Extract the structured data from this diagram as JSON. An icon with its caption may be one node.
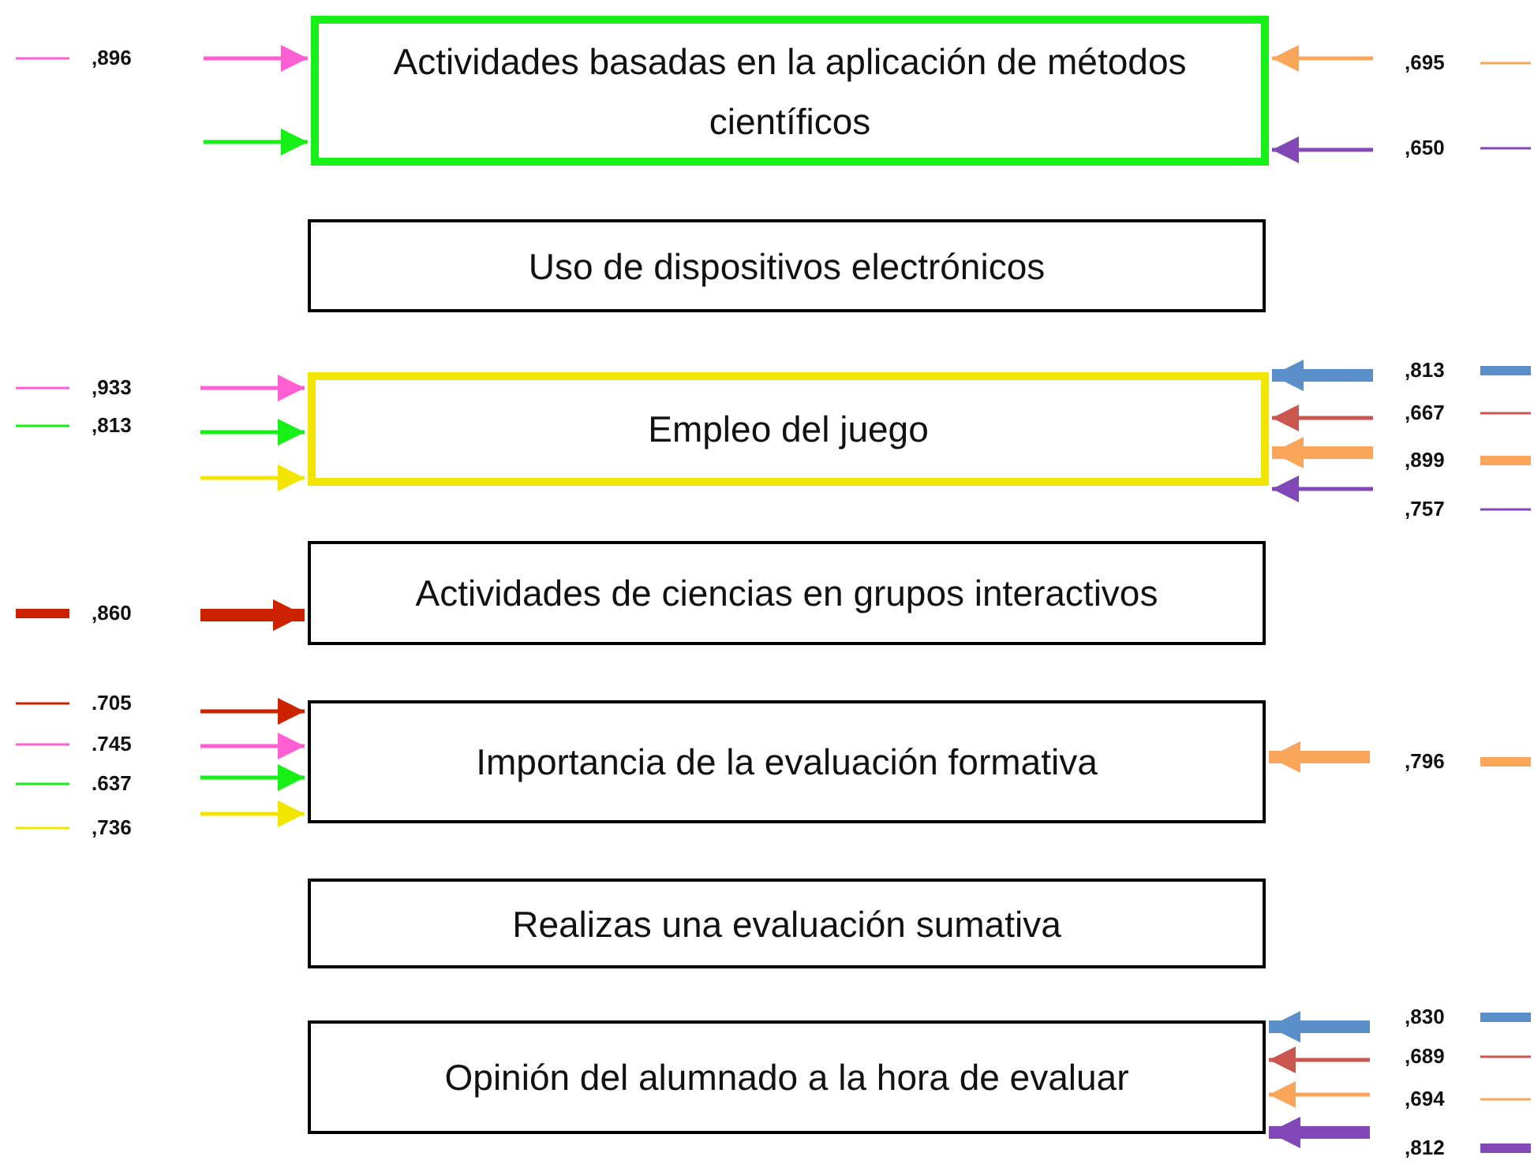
{
  "diagram": {
    "nodes": [
      {
        "text": [
          "Actividades basadas en la aplicación de métodos científicos"
        ]
      },
      {
        "text": [
          "Uso de dispositivos electrónicos"
        ]
      },
      {
        "text": [
          "Empleo del juego"
        ]
      },
      {
        "text": [
          "Actividades de ciencias en grupos interactivos"
        ]
      },
      {
        "text": [
          "Importancia de la evaluación formativa"
        ]
      },
      {
        "text": [
          "Realizas una evaluación sumativa"
        ]
      },
      {
        "text": [
          "Opinión del alumnado a la hora de evaluar"
        ]
      }
    ],
    "edges": [
      {
        "from": null,
        "to": 0,
        "arrow": "to",
        "label": ",896",
        "color": "#ff5fd2"
      },
      {
        "from": null,
        "to": 0,
        "arrow": "to",
        "color": "#16f016"
      },
      {
        "from": null,
        "to": 0,
        "arrow": "to",
        "label": ",695",
        "color": "#f9a65a"
      },
      {
        "from": null,
        "to": 0,
        "arrow": "to",
        "label": ",650",
        "color": "#8348b8"
      },
      {
        "from": null,
        "to": 2,
        "arrow": "to",
        "label": ",933",
        "color": "#ff5fd2"
      },
      {
        "from": null,
        "to": 2,
        "arrow": "to",
        "label": ",813",
        "color": "#16f016"
      },
      {
        "from": null,
        "to": 2,
        "arrow": "to",
        "color": "#f2e600"
      },
      {
        "from": null,
        "to": 2,
        "arrow": "to",
        "label": ",813",
        "style": "thick",
        "color": "#5b8fc9"
      },
      {
        "from": null,
        "to": 2,
        "arrow": "to",
        "label": ",667",
        "color": "#c9574f"
      },
      {
        "from": null,
        "to": 2,
        "arrow": "to",
        "label": ",899",
        "style": "thick",
        "color": "#f9a65a"
      },
      {
        "from": null,
        "to": 2,
        "arrow": "to",
        "label": ",757",
        "color": "#8348b8"
      },
      {
        "from": null,
        "to": 3,
        "arrow": "to",
        "label": ",860",
        "style": "thick",
        "color": "#cc2200"
      },
      {
        "from": null,
        "to": 4,
        "arrow": "to",
        "label": ".705",
        "color": "#cc2200"
      },
      {
        "from": null,
        "to": 4,
        "arrow": "to",
        "label": ".745",
        "color": "#ff5fd2"
      },
      {
        "from": null,
        "to": 4,
        "arrow": "to",
        "label": ".637",
        "color": "#16f016"
      },
      {
        "from": null,
        "to": 4,
        "arrow": "to",
        "label": ",736",
        "color": "#f2e600"
      },
      {
        "from": null,
        "to": 4,
        "arrow": "to",
        "label": ",796",
        "style": "thick",
        "color": "#f9a65a"
      },
      {
        "from": null,
        "to": 6,
        "arrow": "to",
        "label": ",830",
        "style": "thick",
        "color": "#5b8fc9"
      },
      {
        "from": null,
        "to": 6,
        "arrow": "to",
        "label": ",689",
        "color": "#c9574f"
      },
      {
        "from": null,
        "to": 6,
        "arrow": "to",
        "label": ",694",
        "color": "#f9a65a"
      },
      {
        "from": null,
        "to": 6,
        "arrow": "to",
        "label": ",812",
        "style": "thick",
        "color": "#8348b8"
      }
    ]
  }
}
